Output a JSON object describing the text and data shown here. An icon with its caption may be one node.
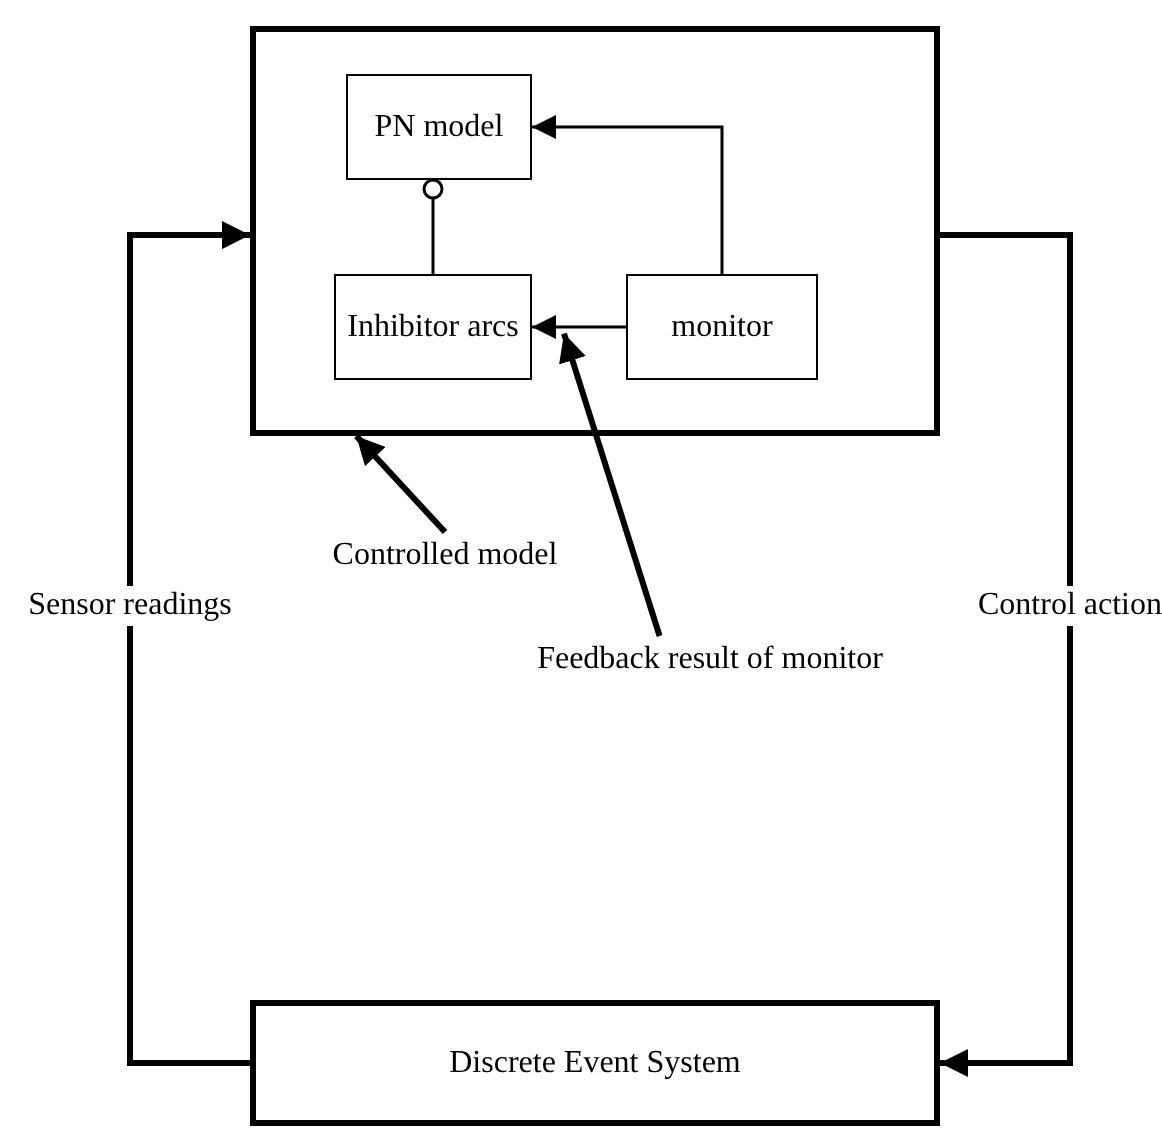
{
  "diagram": {
    "nodes": [
      {
        "text": [],
        "shape": "box"
      },
      {
        "text": [
          "PN model"
        ],
        "in": 0
      },
      {
        "text": [
          "Inhibitor arcs"
        ],
        "in": 0
      },
      {
        "text": [
          "monitor"
        ],
        "in": 0
      },
      {
        "text": [
          "Controlled model"
        ]
      },
      {
        "text": [
          "Feedback result of monitor"
        ]
      },
      {
        "text": [
          "Discrete Event System"
        ]
      }
    ],
    "edges": [
      {
        "from": 3,
        "to": 1,
        "arrow": "to"
      },
      {
        "from": 2,
        "to": 1,
        "arrow": "other"
      },
      {
        "from": 3,
        "to": 2,
        "arrow": "to"
      },
      {
        "from": 4,
        "to": 0,
        "arrow": "to"
      },
      {
        "from": 5,
        "to": 2,
        "arrow": "to"
      },
      {
        "from": 6,
        "to": 0,
        "arrow": "to",
        "label": "Sensor readings"
      },
      {
        "from": 0,
        "to": 6,
        "arrow": "to",
        "label": "Control action"
      }
    ]
  }
}
